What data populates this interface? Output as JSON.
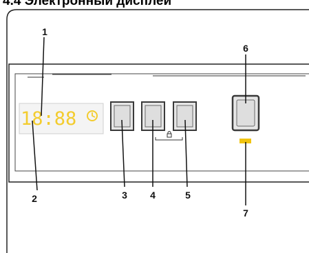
{
  "heading": "4.4 Электронный дисплей",
  "display": {
    "digits": "18:88"
  },
  "callouts": [
    "1",
    "2",
    "3",
    "4",
    "5",
    "6",
    "7"
  ],
  "colors": {
    "lcd": "#f3cc2e",
    "indicator": "#f1c40f",
    "panel_line": "#333333"
  },
  "icons": {
    "clock": "clock-icon",
    "lock": "child-lock-icon"
  }
}
